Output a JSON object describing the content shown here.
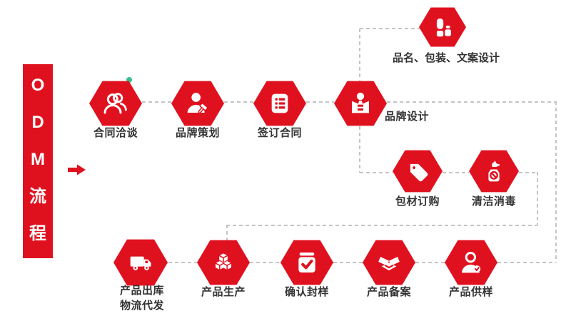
{
  "banner": {
    "text": "O\nD\nM\n流\n程"
  },
  "nodes": {
    "contract_negotiation": {
      "label": "合同洽谈",
      "icon": "two-users-icon"
    },
    "brand_planning": {
      "label": "品牌策划",
      "icon": "user-gavel-icon"
    },
    "contract_signing": {
      "label": "签订合同",
      "icon": "document-list-icon"
    },
    "brand_design": {
      "label": "品牌设计",
      "icon": "user-badge-icon"
    },
    "naming_packaging_copy": {
      "label": "品名、包装、文案设计",
      "icon": "cosmetic-bottles-icon"
    },
    "packaging_order": {
      "label": "包材订购",
      "icon": "price-tag-icon"
    },
    "cleaning_disinfection": {
      "label": "清洁消毒",
      "icon": "spray-bottle-icon"
    },
    "product_outbound": {
      "label": "产品出库\n物流代发",
      "icon": "delivery-truck-icon"
    },
    "product_production": {
      "label": "产品生产",
      "icon": "stacked-boxes-icon"
    },
    "sample_confirmation": {
      "label": "确认封样",
      "icon": "calendar-check-icon"
    },
    "product_filing": {
      "label": "产品备案",
      "icon": "open-box-icon"
    },
    "product_sampling": {
      "label": "产品供样",
      "icon": "user-check-icon"
    }
  },
  "decorations": {
    "flow_arrow": "right-arrow-icon",
    "accent_dots": "green-dot"
  },
  "colors": {
    "accent_red": "#e0111f",
    "dash_gray": "#c4c4c4",
    "dot_green": "#35c08e",
    "label_dark": "#333333",
    "icon_white": "#ffffff"
  }
}
